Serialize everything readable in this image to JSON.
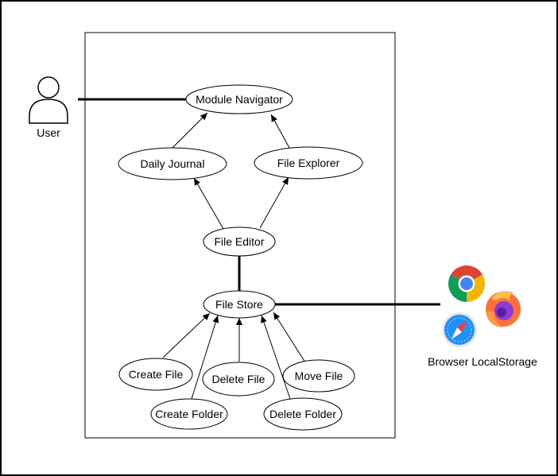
{
  "actor": {
    "label": "User"
  },
  "use_cases": {
    "module_navigator": "Module Navigator",
    "daily_journal": "Daily Journal",
    "file_explorer": "File Explorer",
    "file_editor": "File Editor",
    "file_store": "File Store",
    "create_file": "Create File",
    "delete_file": "Delete File",
    "move_file": "Move File",
    "create_folder": "Create Folder",
    "delete_folder": "Delete Folder"
  },
  "external": {
    "label": "Browser LocalStorage",
    "icons": [
      "chrome-icon",
      "firefox-icon",
      "safari-icon"
    ]
  },
  "colors": {
    "chrome_red": "#db4437",
    "chrome_yellow": "#f4b400",
    "chrome_green": "#0f9d58",
    "chrome_blue": "#4285f4",
    "firefox_orange": "#ff7139",
    "firefox_purple": "#8b3bd6",
    "safari_blue": "#1e90ff"
  }
}
